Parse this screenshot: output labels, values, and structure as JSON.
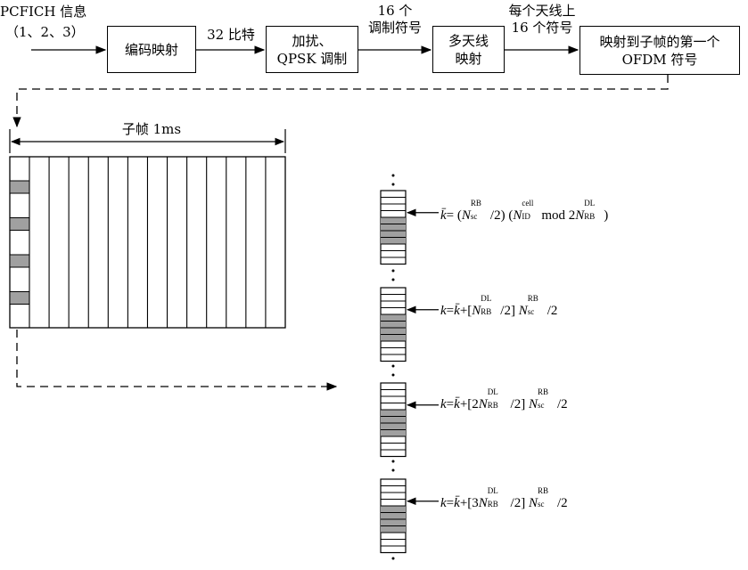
{
  "flow": {
    "input_label": "PCFICH 信息",
    "input_values": "（1、2、3）",
    "box_encode": "编码映射",
    "label_bits": "32 比特",
    "box_scramble_line1": "加扰、",
    "box_scramble_line2": "QPSK 调制",
    "label_symbols_line1": "16 个",
    "label_symbols_line2": "调制符号",
    "box_antenna_line1": "多天线",
    "box_antenna_line2": "映射",
    "label_per_antenna_line1": "每个天线上",
    "label_per_antenna_line2": "16 个符号",
    "box_map_line1": "映射到子帧的第一个",
    "box_map_line2": "OFDM 符号"
  },
  "subframe": {
    "label": "子帧 1ms",
    "columns": 14,
    "shaded_rows": 4
  },
  "formulas": [
    {
      "prefix": "k̄",
      "expr": "= (N_sc^RB/2) (N_ID^cell mod 2N_RB^DL)"
    },
    {
      "prefix": "k",
      "expr": "=k̄+[N_RB^DL/2] N_sc^RB/2"
    },
    {
      "prefix": "k",
      "expr": "=k̄+[2N_RB^DL/2] N_sc^RB/2"
    },
    {
      "prefix": "k",
      "expr": "=k̄+[3N_RB^DL/2] N_sc^RB/2"
    }
  ],
  "colors": {
    "line": "#000000",
    "shade": "#a0a0a0",
    "background": "#ffffff"
  }
}
